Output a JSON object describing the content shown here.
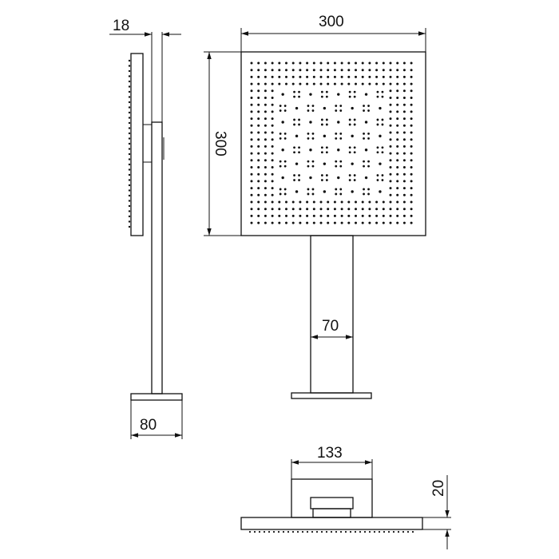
{
  "dimensions": {
    "side_depth": "18",
    "head_width": "300",
    "head_height": "300",
    "arm_width": "70",
    "base_width": "80",
    "top_mount_width": "133",
    "plate_thickness": "20"
  },
  "colors": {
    "line": "#111111",
    "background": "#ffffff"
  }
}
